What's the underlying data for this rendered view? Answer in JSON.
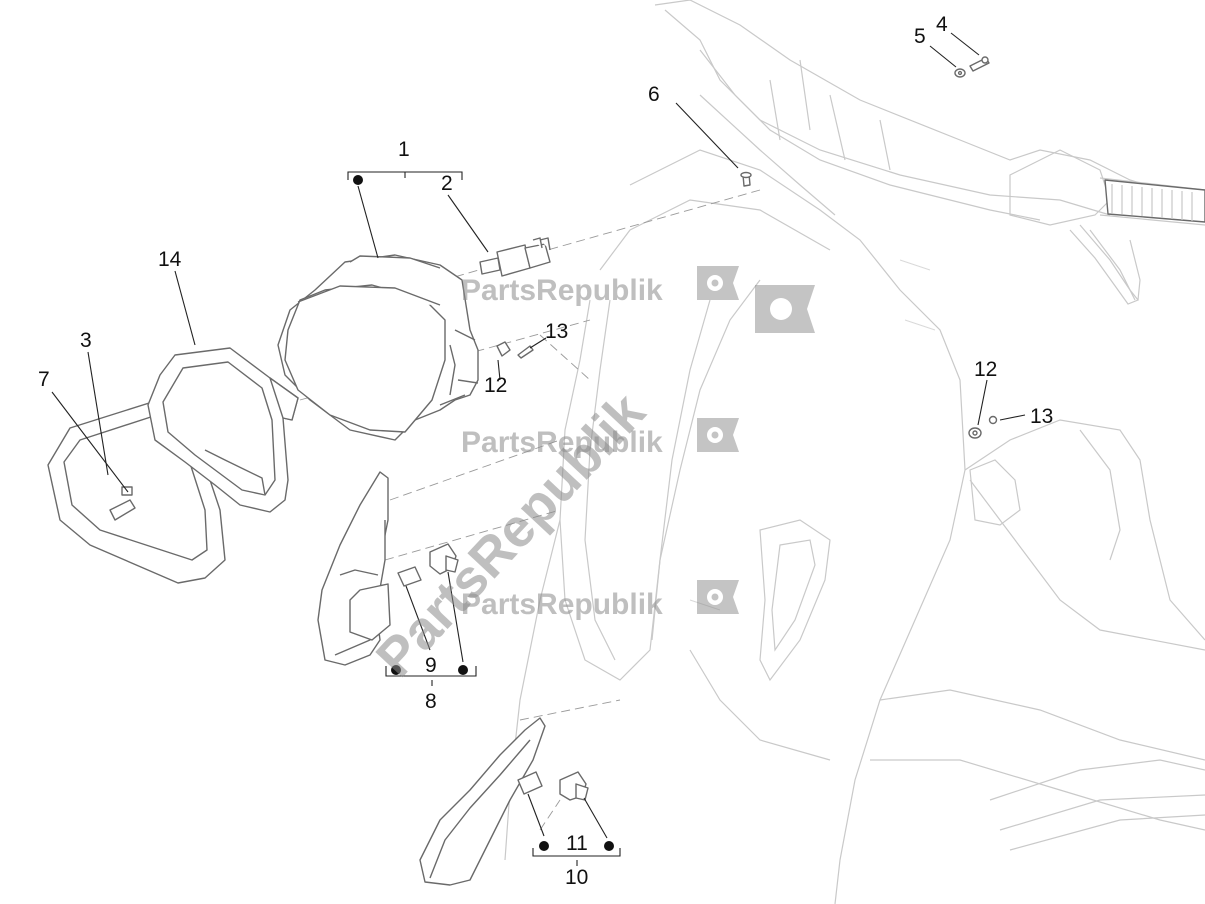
{
  "watermark": {
    "text": "PartsRepublik",
    "icon": "gear-flag-icon"
  },
  "callouts": {
    "c1": "1",
    "c2": "2",
    "c3": "3",
    "c4": "4",
    "c5": "5",
    "c6": "6",
    "c7": "7",
    "c8": "8",
    "c9": "9",
    "c10": "10",
    "c11": "11",
    "c12a": "12",
    "c12b": "12",
    "c13a": "13",
    "c13b": "13",
    "c14": "14"
  }
}
